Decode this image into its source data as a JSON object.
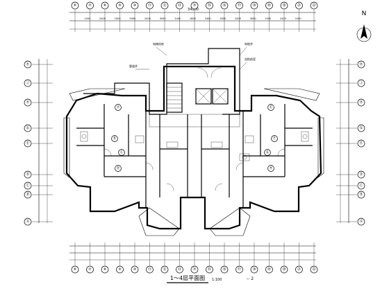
{
  "drawing": {
    "title": "1～4层平面图",
    "scale_note": "1:100",
    "north_label": "N",
    "overall_dim": "34200",
    "extra_mark": "-- 2"
  },
  "grid_top": [
    "⑥",
    "⑦",
    "⑧",
    "⑨",
    "⑩",
    "⑪",
    "⑫",
    "⑬",
    "⑭",
    "⑮",
    "⑯",
    "⑰",
    "⑱",
    "⑲",
    "⑳",
    "㉑",
    "㉒"
  ],
  "grid_bottom": [
    "⑥",
    "⑦",
    "⑧",
    "⑨",
    "⑩",
    "⑪",
    "⑫",
    "⑬",
    "⑭",
    "⑮",
    "⑯",
    "⑰",
    "⑱",
    "⑲",
    "⑳",
    "㉑",
    "㉒"
  ],
  "grid_left": [
    "Ⓚ",
    "Ⓙ",
    "Ⓗ",
    "Ⓖ",
    "Ⓔ",
    "Ⓓ",
    "Ⓒ",
    "Ⓑ",
    "Ⓐ"
  ],
  "grid_right": [
    "Ⓚ",
    "Ⓙ",
    "Ⓗ",
    "Ⓖ",
    "Ⓔ",
    "Ⓓ",
    "Ⓒ",
    "Ⓑ",
    "Ⓐ"
  ],
  "dims_top": [
    "1500",
    "2400",
    "1500",
    "3000",
    "2400",
    "3000",
    "2400",
    "1800",
    "2400",
    "3000",
    "2400",
    "3000",
    "1500",
    "2400",
    "1500"
  ],
  "room_tags": [
    "Ⓐ",
    "Ⓑ",
    "Ⓒ",
    "Ⓓ",
    "Ⓔ",
    "Ⓕ",
    "Ⓖ",
    "Ⓗ"
  ],
  "notes": [
    "电梯机房",
    "管道井",
    "电缆井",
    "消防前室"
  ]
}
